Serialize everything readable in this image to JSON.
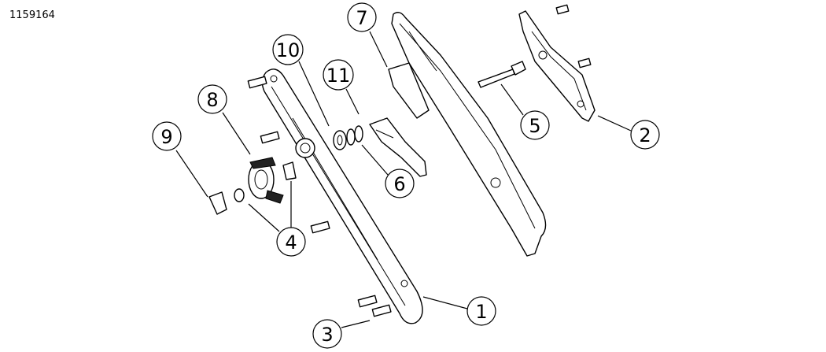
{
  "drawing_id": "1159164",
  "callouts": [
    {
      "label": "1"
    },
    {
      "label": "2"
    },
    {
      "label": "3"
    },
    {
      "label": "4"
    },
    {
      "label": "5"
    },
    {
      "label": "6"
    },
    {
      "label": "7"
    },
    {
      "label": "8"
    },
    {
      "label": "9"
    },
    {
      "label": "10"
    },
    {
      "label": "11"
    }
  ]
}
